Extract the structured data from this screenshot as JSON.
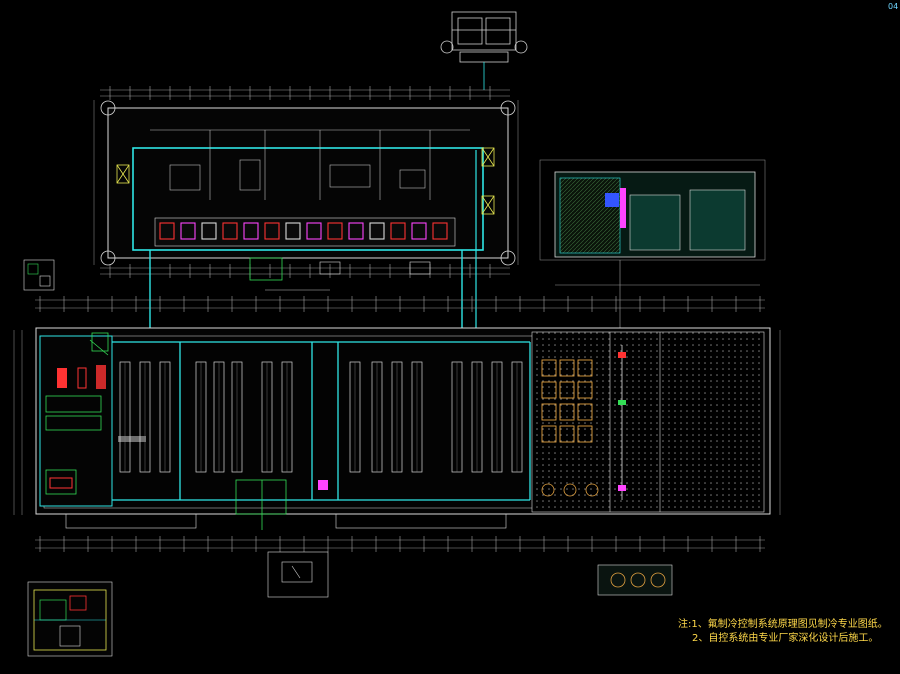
{
  "drawing": {
    "colors": {
      "background": "#000000",
      "structure": "#2fe6e6",
      "walls": "#d9d9d9",
      "grid": "#9a9a9a",
      "highlight": "#ff3333",
      "accent": "#ff44ff",
      "equipment": "#e0a040",
      "notes": "#ffd94a",
      "panel": "#3355ff",
      "green": "#33dd55"
    },
    "notes": [
      "注:1、氟制冷控制系统原理图见制冷专业图纸。",
      "2、自控系统由专业厂家深化设计后施工。"
    ],
    "corner_mark": "04"
  }
}
